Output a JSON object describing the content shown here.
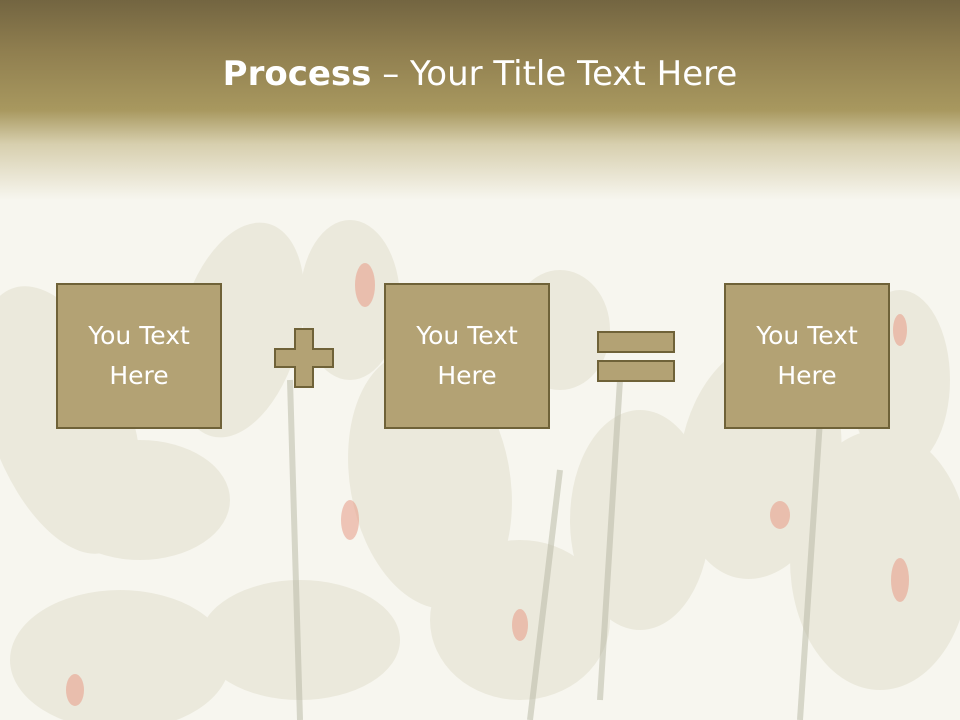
{
  "slide": {
    "title_bold": "Process",
    "title_separator": " – ",
    "title_rest": "Your Title Text Here",
    "boxes": [
      {
        "line1": "You Text",
        "line2": "Here"
      },
      {
        "line1": "You Text",
        "line2": "Here"
      },
      {
        "line1": "You Text",
        "line2": "Here"
      }
    ],
    "operators": [
      "plus-icon",
      "equals-icon"
    ]
  },
  "colors": {
    "header_dark": "#736541",
    "header_mid": "#a8985f",
    "box_fill": "#b3a274",
    "box_border": "#6f6238",
    "background": "#f7f6ef"
  }
}
